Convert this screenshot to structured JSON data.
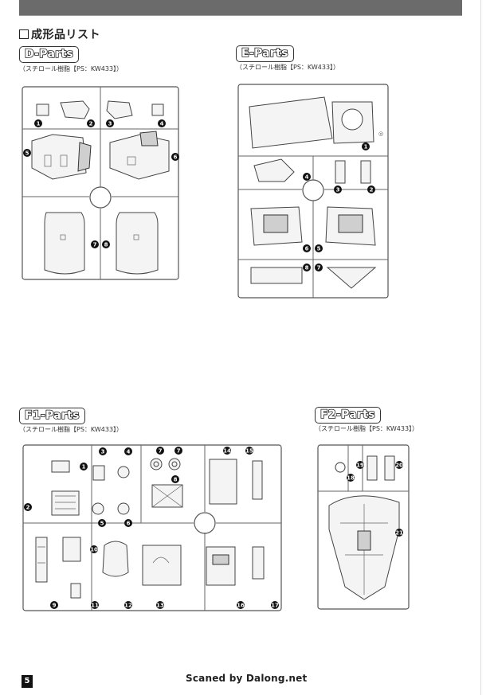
{
  "page": {
    "section_title": "成形品リスト",
    "page_number": "5",
    "credit": "Scaned by Dalong.net"
  },
  "sprues": [
    {
      "id": "D",
      "label": "D-Parts",
      "material": "（スチロール樹脂【PS：KW433】）",
      "part_numbers": [
        "1",
        "2",
        "3",
        "4",
        "5",
        "6",
        "7",
        "8"
      ]
    },
    {
      "id": "E",
      "label": "E-Parts",
      "material": "（スチロール樹脂【PS：KW433】）",
      "part_numbers": [
        "1",
        "2",
        "3",
        "4",
        "5",
        "6",
        "7",
        "8"
      ]
    },
    {
      "id": "F1",
      "label": "F1-Parts",
      "material": "（スチロール樹脂【PS：KW433】）",
      "part_numbers": [
        "1",
        "2",
        "3",
        "4",
        "5",
        "6",
        "7",
        "8",
        "9",
        "10",
        "11",
        "12",
        "13",
        "14",
        "15",
        "16",
        "17"
      ]
    },
    {
      "id": "F2",
      "label": "F2-Parts",
      "material": "（スチロール樹脂【PS：KW433】）",
      "part_numbers": [
        "18",
        "19",
        "20",
        "21"
      ]
    }
  ]
}
